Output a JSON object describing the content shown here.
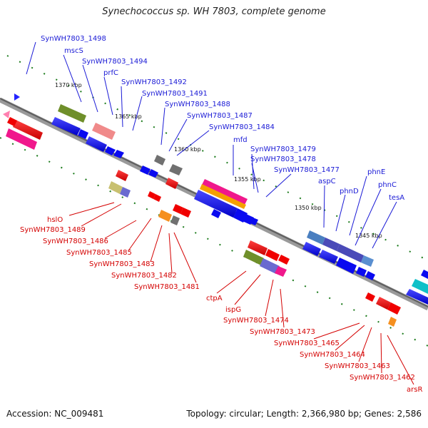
{
  "title": "Synechococcus sp. WH 7803, complete genome",
  "footer": {
    "accession": "Accession: NC_009481",
    "summary": "Topology: circular; Length: 2,366,980 bp; Genes: 2,586"
  },
  "scale_labels": [
    "1370 kbp",
    "1365 kbp",
    "1360 kbp",
    "1355 kbp",
    "1350 kbp",
    "1345 kbp"
  ],
  "plus_strand_labels": [
    "SynWH7803_1498",
    "mscS",
    "SynWH7803_1494",
    "prfC",
    "SynWH7803_1492",
    "SynWH7803_1491",
    "SynWH7803_1488",
    "SynWH7803_1487",
    "SynWH7803_1484",
    "mfd",
    "SynWH7803_1479",
    "SynWH7803_1478",
    "SynWH7803_1477",
    "aspC",
    "phnD",
    "phnE",
    "phnC",
    "tesA"
  ],
  "minus_strand_labels": [
    "hslO",
    "SynWH7803_1489",
    "SynWH7803_1486",
    "SynWH7803_1485",
    "SynWH7803_1483",
    "SynWH7803_1482",
    "SynWH7803_1481",
    "ctpA",
    "ispG",
    "SynWH7803_1474",
    "SynWH7803_1473",
    "SynWH7803_1465",
    "SynWH7803_1464",
    "SynWH7803_1463",
    "SynWH7803_1462",
    "arsR"
  ],
  "colors": {
    "plus_label": "#1a1ad6",
    "minus_label": "#d40000",
    "backbone": "#808080",
    "tick": "#1a7a1a",
    "gene_plus": "#0a0af0",
    "gene_minus": "#f00000"
  }
}
